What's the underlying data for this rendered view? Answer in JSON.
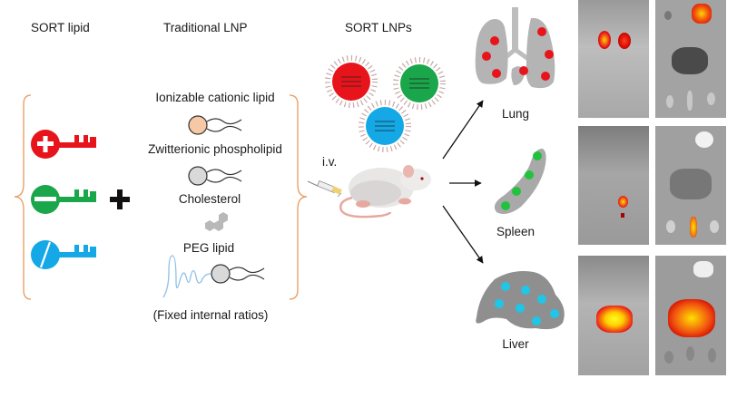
{
  "headers": {
    "sort_lipid": "SORT lipid",
    "traditional_lnp": "Traditional LNP",
    "sort_lnps": "SORT LNPs"
  },
  "sort_lipids": [
    {
      "charge": "positive",
      "symbol": "plus",
      "color": "#e8141b"
    },
    {
      "charge": "negative",
      "symbol": "minus",
      "color": "#1aa64a"
    },
    {
      "charge": "neutral/permanently",
      "symbol": "slash",
      "color": "#14a8e6"
    }
  ],
  "operator": "+",
  "lnp_components": [
    {
      "label": "Ionizable cationic lipid",
      "head_color": "#f6c8a6"
    },
    {
      "label": "Zwitterionic phospholipid",
      "head_color": "#d9d9d9"
    },
    {
      "label": "Cholesterol",
      "color": "#b8b8b8"
    },
    {
      "label": "PEG lipid",
      "head_color": "#d9d9d9",
      "peg_color": "#8fbfe6"
    }
  ],
  "ratios_note": "(Fixed internal ratios)",
  "nanoparticles": [
    {
      "color": "#e8141b"
    },
    {
      "color": "#1aa64a"
    },
    {
      "color": "#14a8e6"
    }
  ],
  "route": "i.v.",
  "organs": [
    {
      "label": "Lung",
      "dot_color": "#e8141b"
    },
    {
      "label": "Spleen",
      "dot_color": "#22c23f"
    },
    {
      "label": "Liver",
      "dot_color": "#1ec6e8"
    }
  ],
  "bracket_color": "#e89a5c"
}
